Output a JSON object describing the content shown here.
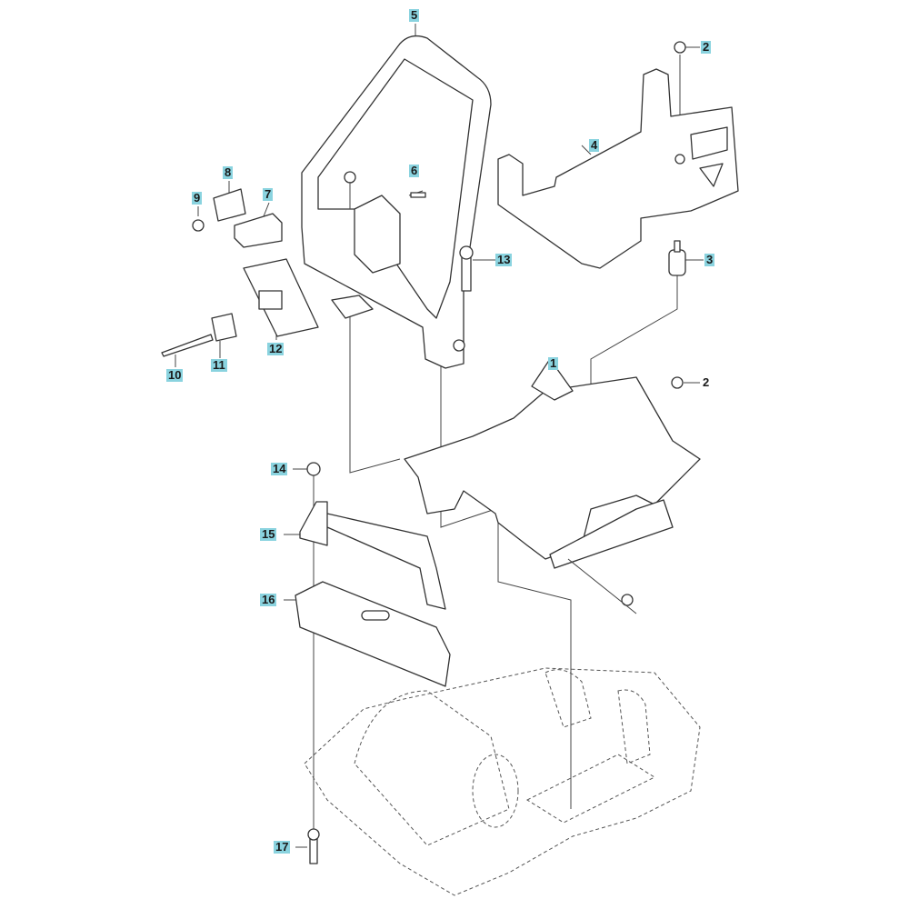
{
  "callouts": [
    {
      "id": "5",
      "text": "5"
    },
    {
      "id": "2a",
      "text": "2"
    },
    {
      "id": "4",
      "text": "4"
    },
    {
      "id": "6",
      "text": "6"
    },
    {
      "id": "8",
      "text": "8"
    },
    {
      "id": "9",
      "text": "9"
    },
    {
      "id": "7",
      "text": "7"
    },
    {
      "id": "13",
      "text": "13"
    },
    {
      "id": "3",
      "text": "3"
    },
    {
      "id": "12",
      "text": "12"
    },
    {
      "id": "10",
      "text": "10"
    },
    {
      "id": "11",
      "text": "11"
    },
    {
      "id": "1",
      "text": "1"
    },
    {
      "id": "2b",
      "text": "2"
    },
    {
      "id": "14",
      "text": "14"
    },
    {
      "id": "15",
      "text": "15"
    },
    {
      "id": "16",
      "text": "16"
    },
    {
      "id": "17",
      "text": "17"
    }
  ],
  "colors": {
    "callout_bg": "#8ad3df",
    "line": "#333333"
  }
}
